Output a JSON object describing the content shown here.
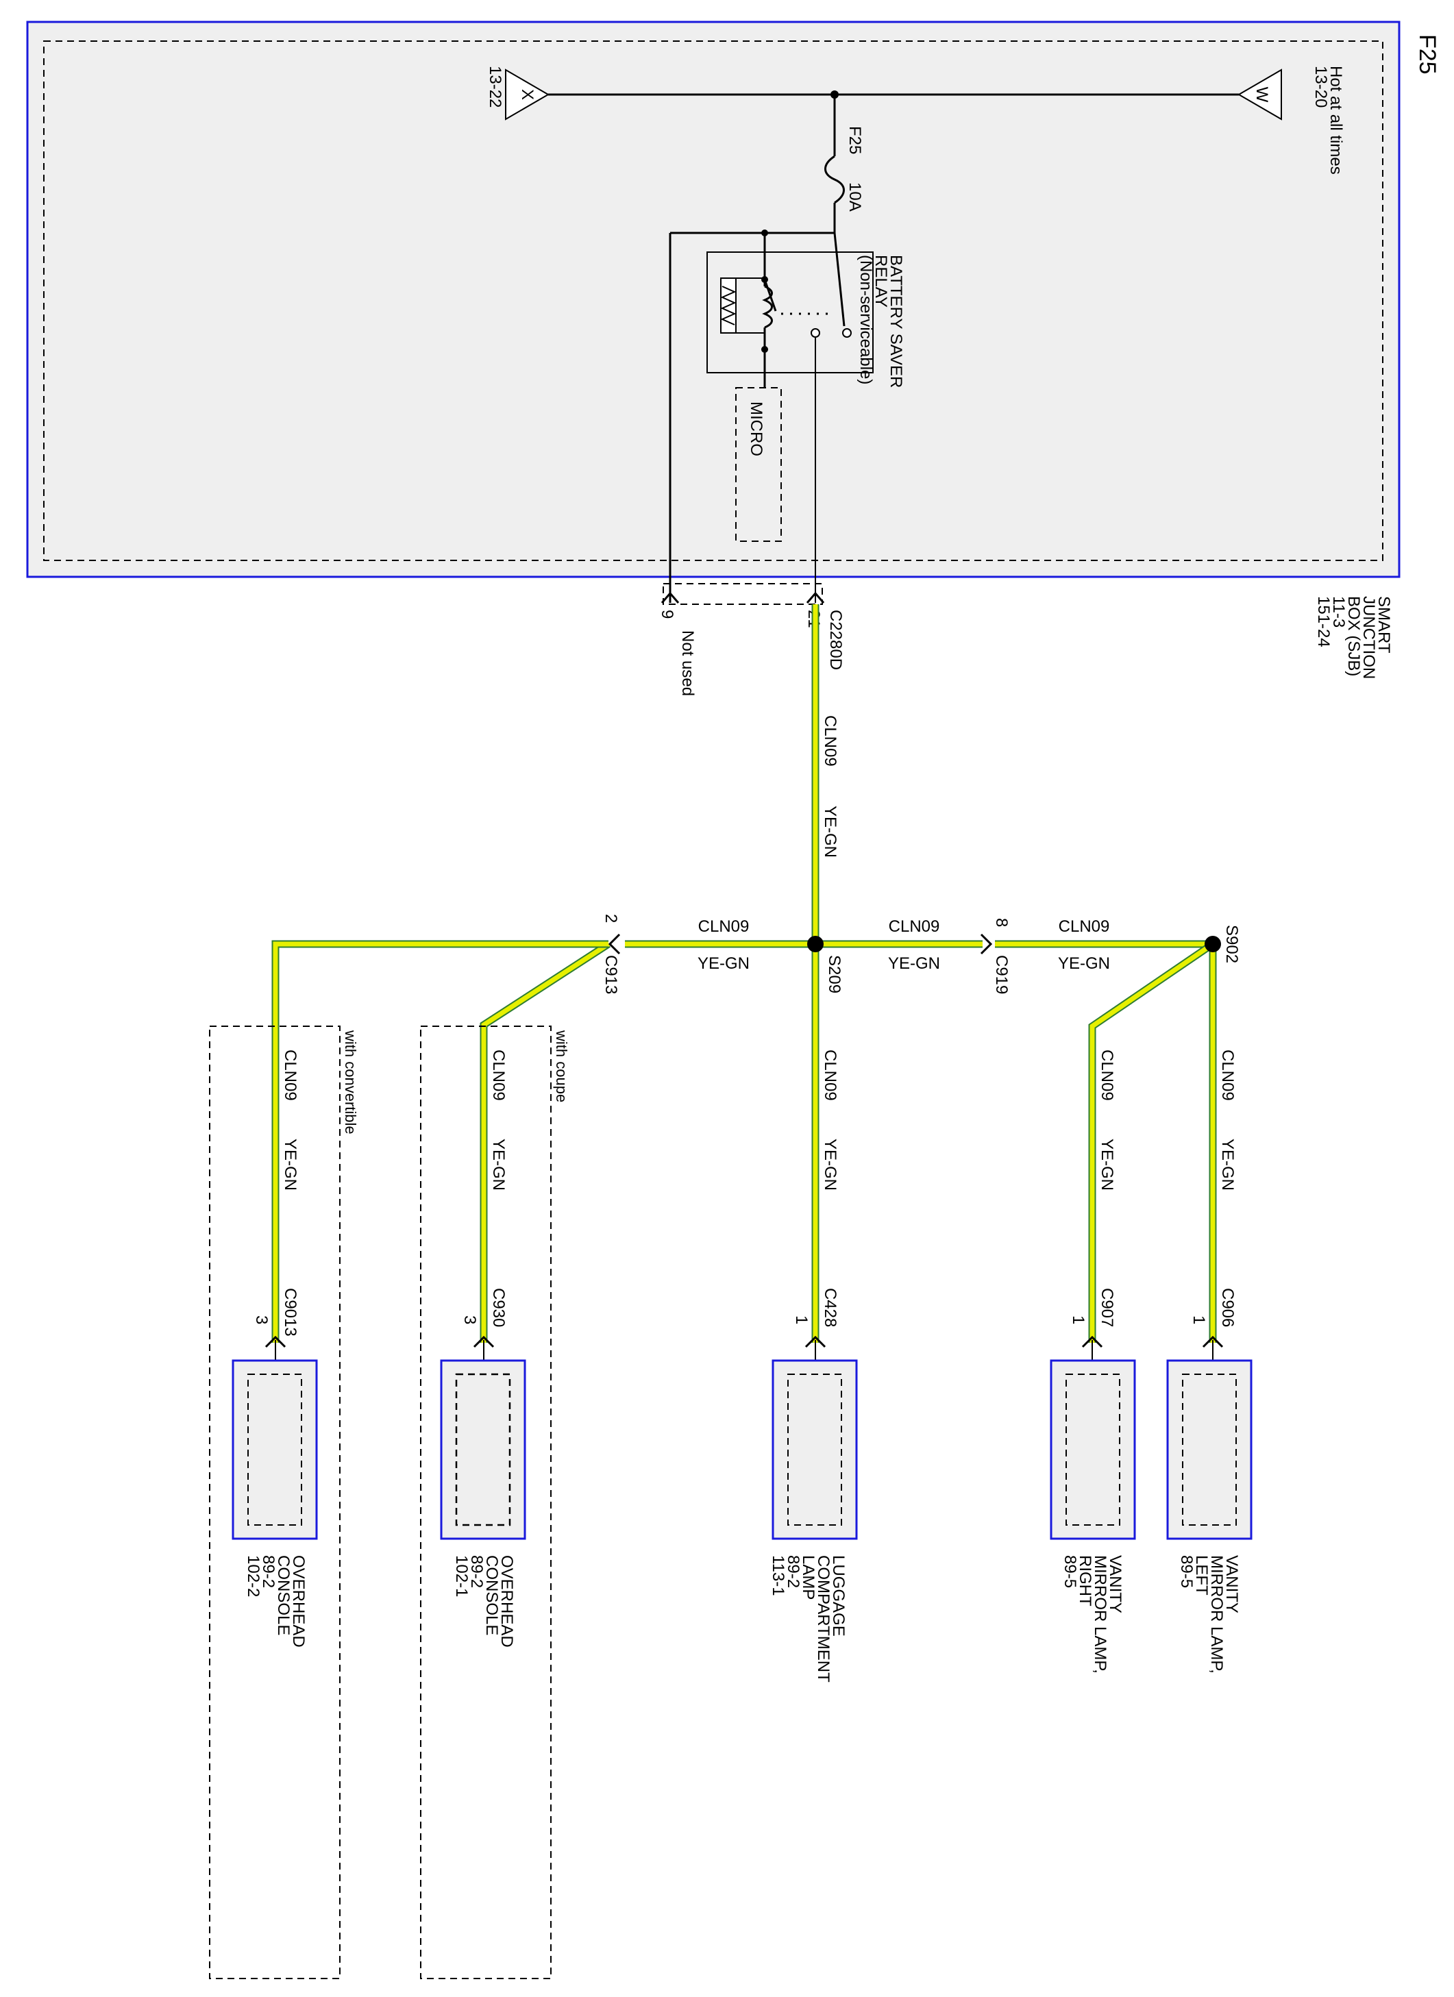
{
  "page_label": "F25",
  "sjb": {
    "name_lines": [
      "SMART",
      "JUNCTION",
      "BOX (SJB)",
      "11-3",
      "151-24"
    ]
  },
  "supply": {
    "label_lines": [
      "Hot at all times",
      "13-20"
    ],
    "in_letter": "W",
    "out_letter": "X",
    "out_ref": "13-22"
  },
  "fuse": {
    "name": "F25",
    "rating": "10A"
  },
  "relay": {
    "label_lines": [
      "BATTERY SAVER",
      "RELAY",
      "(Non-serviceable)"
    ],
    "micro": "MICRO"
  },
  "sjb_connector": {
    "name": "C2280D",
    "pin_active": "21",
    "pin_unused": "9",
    "unused_text": "Not used"
  },
  "wire": {
    "circuit": "CLN09",
    "color": "YE-GN"
  },
  "splices": {
    "left": "S209",
    "right": "S902"
  },
  "inline_connectors": {
    "c919": {
      "name": "C919",
      "pin": "8"
    },
    "c913": {
      "name": "C913",
      "pin": "2"
    }
  },
  "options": {
    "coupe": "with coupe",
    "convertible": "with convertible"
  },
  "components": [
    {
      "connector": "C906",
      "pin": "1",
      "name_lines": [
        "VANITY",
        "MIRROR LAMP,",
        "LEFT",
        "89-5"
      ]
    },
    {
      "connector": "C907",
      "pin": "1",
      "name_lines": [
        "VANITY",
        "MIRROR LAMP,",
        "RIGHT",
        "89-5"
      ]
    },
    {
      "connector": "C428",
      "pin": "1",
      "name_lines": [
        "LUGGAGE",
        "COMPARTMENT",
        "LAMP",
        "89-2",
        "113-1"
      ]
    },
    {
      "connector": "C930",
      "pin": "3",
      "name_lines": [
        "OVERHEAD",
        "CONSOLE",
        "89-2",
        "102-1"
      ]
    },
    {
      "connector": "C9013",
      "pin": "3",
      "name_lines": [
        "OVERHEAD",
        "CONSOLE",
        "89-2",
        "102-2"
      ]
    }
  ],
  "colors": {
    "module_border": "#1a1adc",
    "module_fill": "#efefef",
    "wire_yellow": "#e6f000",
    "wire_green": "#2e7d32",
    "line": "#000000"
  }
}
